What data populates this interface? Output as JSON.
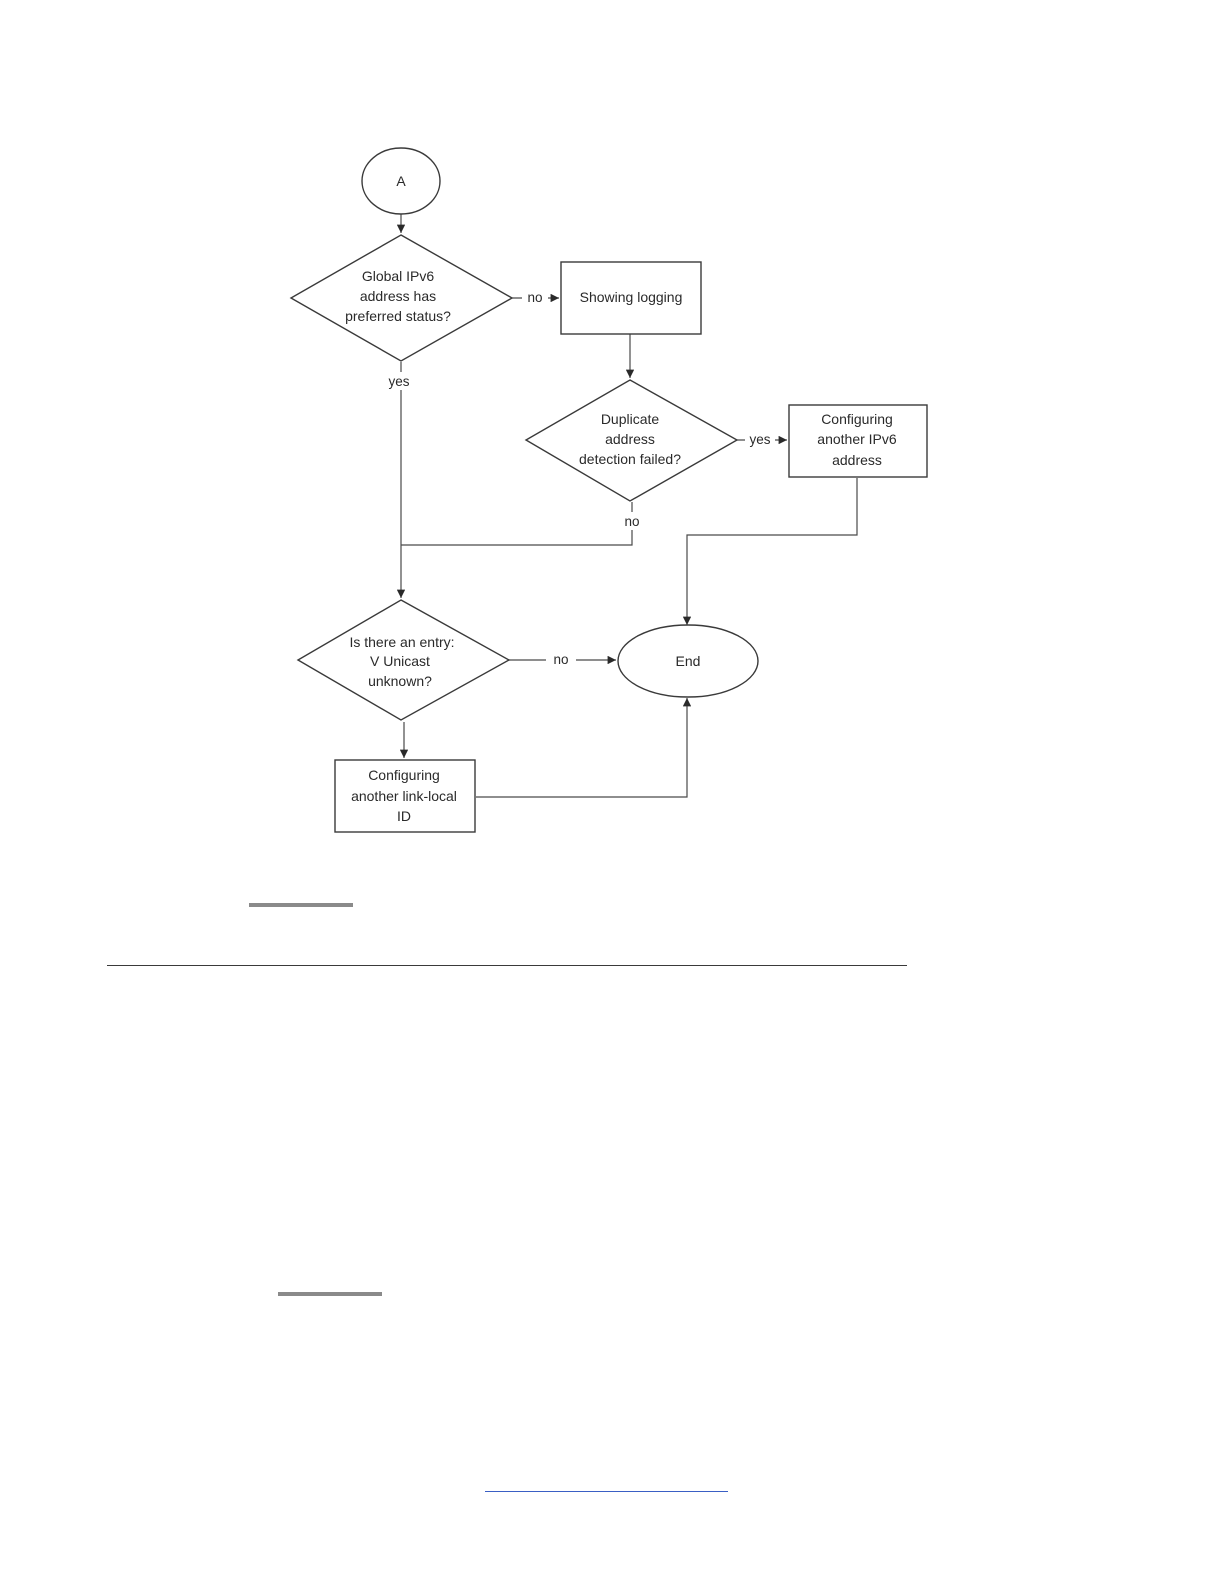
{
  "diagram": {
    "nodes": {
      "start": "A",
      "global_status": [
        "Global IPv6",
        "address has",
        "preferred status?"
      ],
      "show_logging": "Showing logging",
      "dad_failed": [
        "Duplicate",
        "address",
        "detection failed?"
      ],
      "config_ipv6": [
        "Configuring",
        "another IPv6",
        "address"
      ],
      "entry_question": [
        "Is there an entry:",
        "V Unicast",
        "unknown?"
      ],
      "end": "End",
      "config_linklocal": [
        "Configuring",
        "another link-local",
        "ID"
      ]
    },
    "edge_labels": {
      "global_no": "no",
      "global_yes": "yes",
      "dad_yes": "yes",
      "dad_no": "no",
      "entry_no": "no"
    }
  },
  "colors": {
    "stroke": "#3a3a3a",
    "text": "#2a2a2a",
    "rule": "#8a8a8a",
    "link": "#3a5fc4"
  }
}
